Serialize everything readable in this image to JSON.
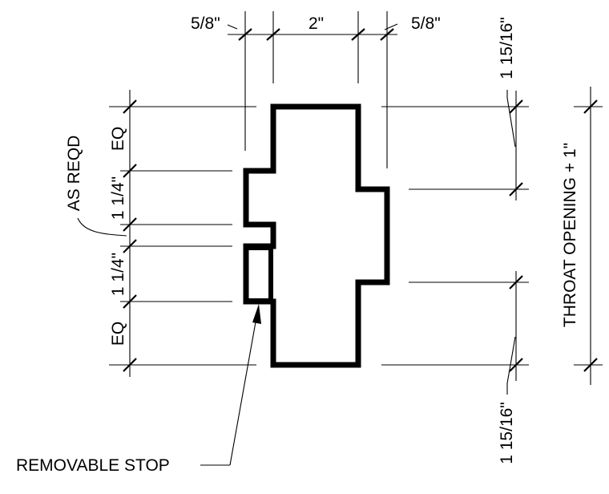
{
  "dimensions": {
    "top_left": "5/8\"",
    "top_middle": "2\"",
    "top_right": "5/8\"",
    "left_eq_top": "EQ",
    "left_quarter_top": "1 1/4\"",
    "left_quarter_bottom": "1 1/4\"",
    "left_eq_bottom": "EQ",
    "right_top": "1 15/16\"",
    "right_bottom": "1 15/16\"",
    "throat": "THROAT OPENING + 1\""
  },
  "notes": {
    "as_reqd": "AS REQD",
    "removable_stop": "REMOVABLE STOP"
  }
}
